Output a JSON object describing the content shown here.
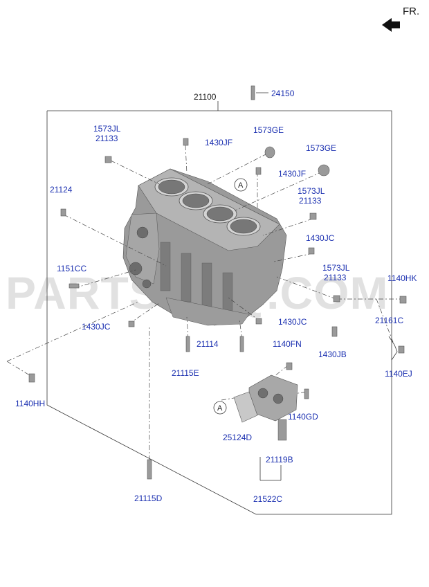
{
  "direction": "FR.",
  "watermark": "PARTSOUQ.COM",
  "callout_marker": "A",
  "parts": {
    "assembly": "21100",
    "p24150": "24150",
    "p1573JL_a": "1573JL",
    "p21133_a": "21133",
    "p1430JF_a": "1430JF",
    "p1573GE_a": "1573GE",
    "p1573GE_b": "1573GE",
    "p1430JF_b": "1430JF",
    "p21124": "21124",
    "p1573JL_b": "1573JL",
    "p21133_b": "21133",
    "p1430JC_a": "1430JC",
    "p1573JL_c": "1573JL",
    "p21133_c": "21133",
    "p1151CC": "1151CC",
    "p1140HK": "1140HK",
    "p21161C": "21161C",
    "p1430JC_b": "1430JC",
    "p1430JC_c": "1430JC",
    "p21114": "21114",
    "p1430JB": "1430JB",
    "p1140FN": "1140FN",
    "p1140EJ": "1140EJ",
    "p21115E": "21115E",
    "p1140HH": "1140HH",
    "p1140GD": "1140GD",
    "p25124D": "25124D",
    "p21119B": "21119B",
    "p21115D": "21115D",
    "p21522C": "21522C"
  }
}
